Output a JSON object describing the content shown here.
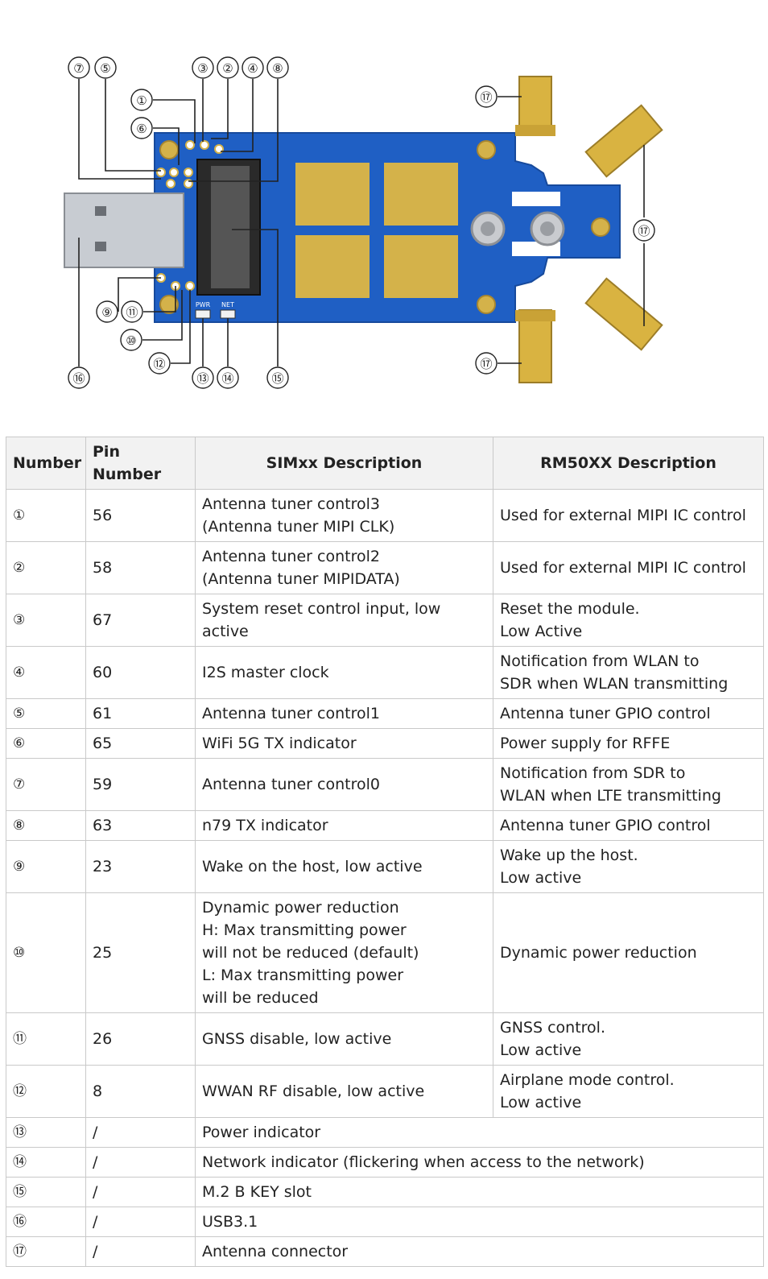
{
  "diagram": {
    "callouts": [
      "①",
      "②",
      "③",
      "④",
      "⑤",
      "⑥",
      "⑦",
      "⑧",
      "⑨",
      "⑩",
      "⑪",
      "⑫",
      "⑬",
      "⑭",
      "⑮",
      "⑯",
      "⑰"
    ],
    "board_labels": {
      "pwr": "PWR",
      "net": "NET"
    },
    "colors": {
      "pcb": "#1f5fc4",
      "gold": "#d4b24a",
      "usb": "#c8ccd2",
      "slot": "#2a2a2a"
    }
  },
  "table": {
    "headers": [
      "Number",
      "Pin Number",
      "SIMxx Description",
      "RM50XX Description"
    ],
    "rows": [
      {
        "number": "①",
        "pin": "56",
        "simxx": "Antenna tuner control3\n(Antenna tuner MIPI CLK)",
        "rm50xx": "Used for external MIPI IC control"
      },
      {
        "number": "②",
        "pin": "58",
        "simxx": "Antenna tuner control2\n(Antenna tuner MIPIDATA)",
        "rm50xx": "Used for external MIPI IC control"
      },
      {
        "number": "③",
        "pin": "67",
        "simxx": "System reset control input, low active",
        "rm50xx": "Reset the module.\nLow Active"
      },
      {
        "number": "④",
        "pin": "60",
        "simxx": "I2S master clock",
        "rm50xx": "Notification from WLAN to\nSDR when WLAN transmitting"
      },
      {
        "number": "⑤",
        "pin": "61",
        "simxx": "Antenna tuner control1",
        "rm50xx": "Antenna tuner GPIO control"
      },
      {
        "number": "⑥",
        "pin": "65",
        "simxx": "WiFi 5G TX indicator",
        "rm50xx": "Power supply for RFFE"
      },
      {
        "number": "⑦",
        "pin": "59",
        "simxx": "Antenna tuner control0",
        "rm50xx": "Notification from SDR to\nWLAN when LTE transmitting"
      },
      {
        "number": "⑧",
        "pin": "63",
        "simxx": "n79 TX indicator",
        "rm50xx": "Antenna tuner GPIO control"
      },
      {
        "number": "⑨",
        "pin": "23",
        "simxx": "Wake on the host, low active",
        "rm50xx": "Wake up the host.\nLow active"
      },
      {
        "number": "⑩",
        "pin": "25",
        "simxx": "Dynamic power reduction\nH: Max transmitting power\nwill not be reduced (default)\nL: Max transmitting power\nwill be reduced",
        "rm50xx": "Dynamic power reduction"
      },
      {
        "number": "⑪",
        "pin": "26",
        "simxx": "GNSS disable, low active",
        "rm50xx": "GNSS control.\nLow active"
      },
      {
        "number": "⑫",
        "pin": "8",
        "simxx": "WWAN RF disable, low active",
        "rm50xx": "Airplane mode control.\nLow active"
      }
    ],
    "merged_rows": [
      {
        "number": "⑬",
        "pin": "/",
        "desc": "Power indicator"
      },
      {
        "number": "⑭",
        "pin": "/",
        "desc": "Network indicator  (flickering when access to the network)"
      },
      {
        "number": "⑮",
        "pin": "/",
        "desc": "M.2 B KEY slot"
      },
      {
        "number": "⑯",
        "pin": "/",
        "desc": "USB3.1"
      },
      {
        "number": "⑰",
        "pin": "/",
        "desc": "Antenna connector"
      }
    ]
  }
}
